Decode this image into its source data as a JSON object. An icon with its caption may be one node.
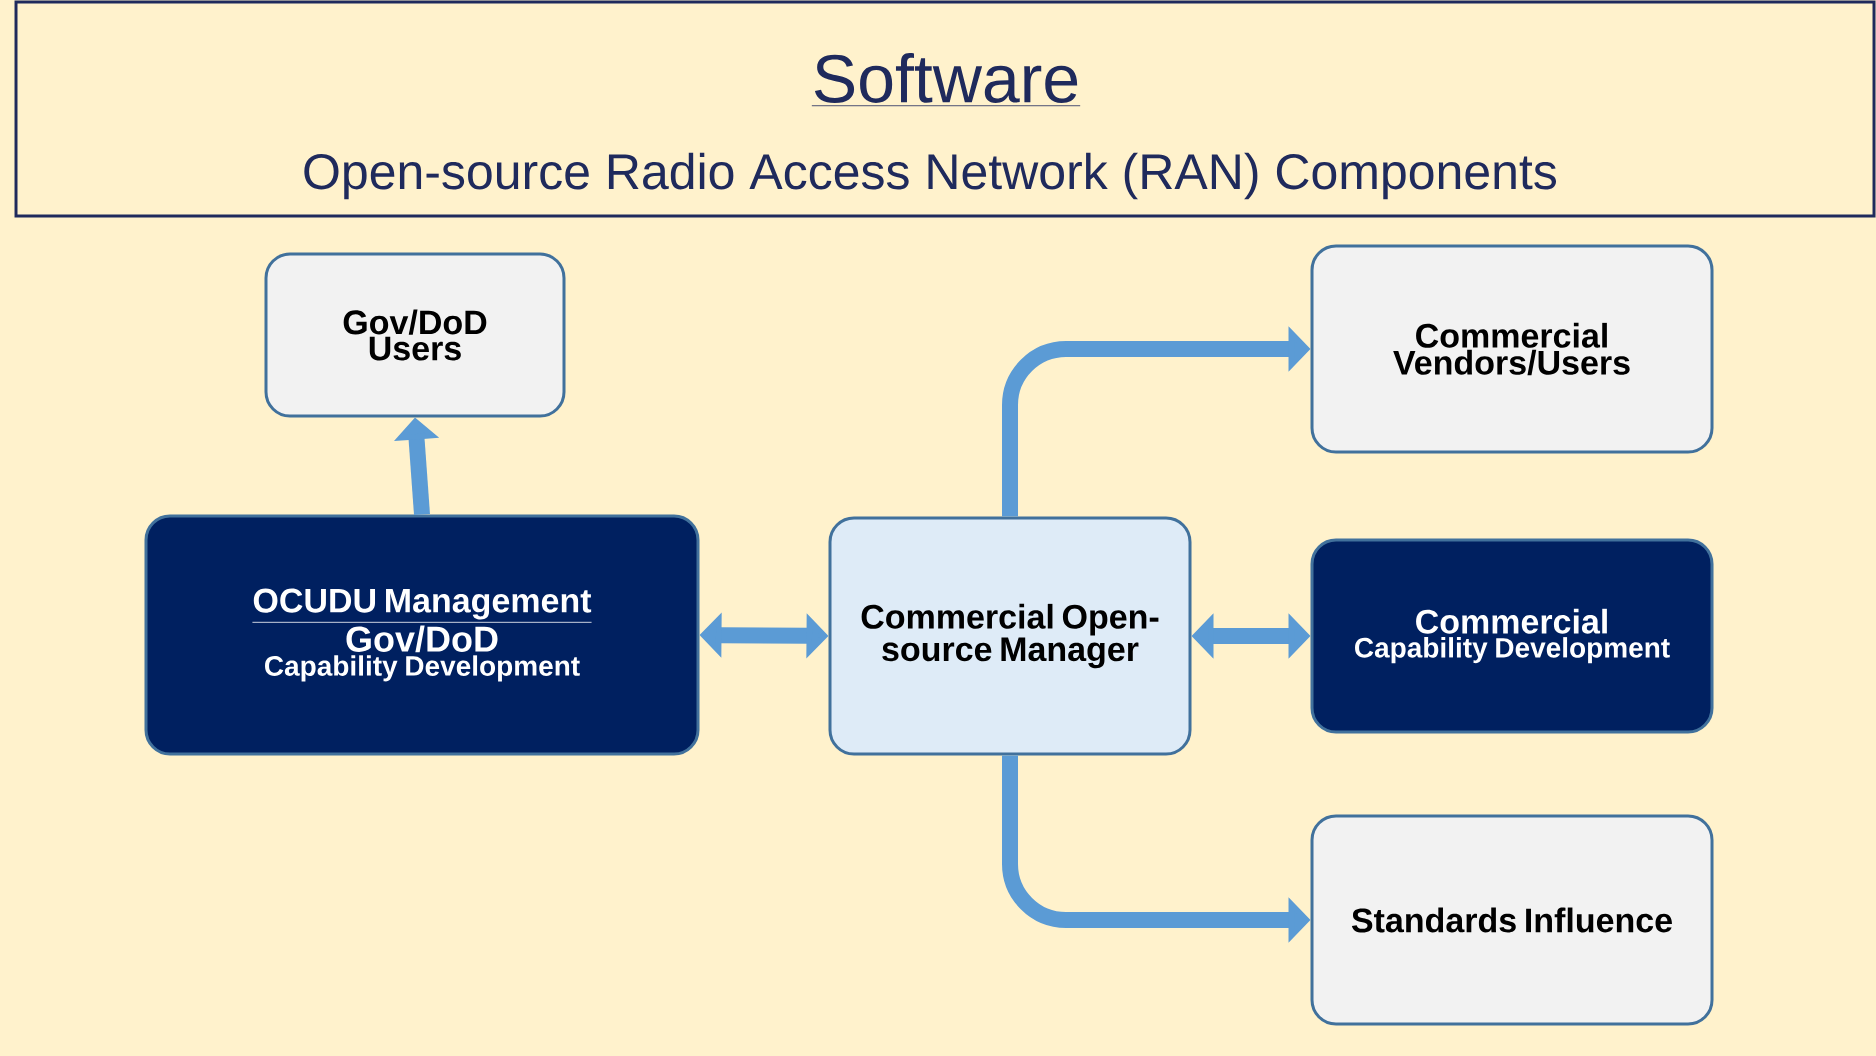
{
  "diagram": {
    "title": "Software",
    "nodes": [
      {
        "text": [
          "Gov/DoD Users"
        ]
      },
      {
        "text": [
          "OCUDU Management",
          "Gov/DoD",
          "Capability Development"
        ]
      },
      {
        "text": [
          "Commercial Open-source Manager"
        ]
      },
      {
        "text": [
          "Commercial Vendors/Users"
        ]
      },
      {
        "text": [
          "Commercial",
          "Capability Development"
        ]
      },
      {
        "text": [
          "Standards Influence"
        ]
      }
    ],
    "edges": [
      {
        "from": 1,
        "to": 0,
        "arrow": "to"
      },
      {
        "from": 1,
        "to": 2,
        "arrow": "both"
      },
      {
        "from": 2,
        "to": 3,
        "arrow": "to"
      },
      {
        "from": 2,
        "to": 4,
        "arrow": "both"
      },
      {
        "from": 2,
        "to": 5,
        "arrow": "to"
      }
    ],
    "labels": [
      "Open-source Radio Access Network (RAN) Components"
    ]
  }
}
